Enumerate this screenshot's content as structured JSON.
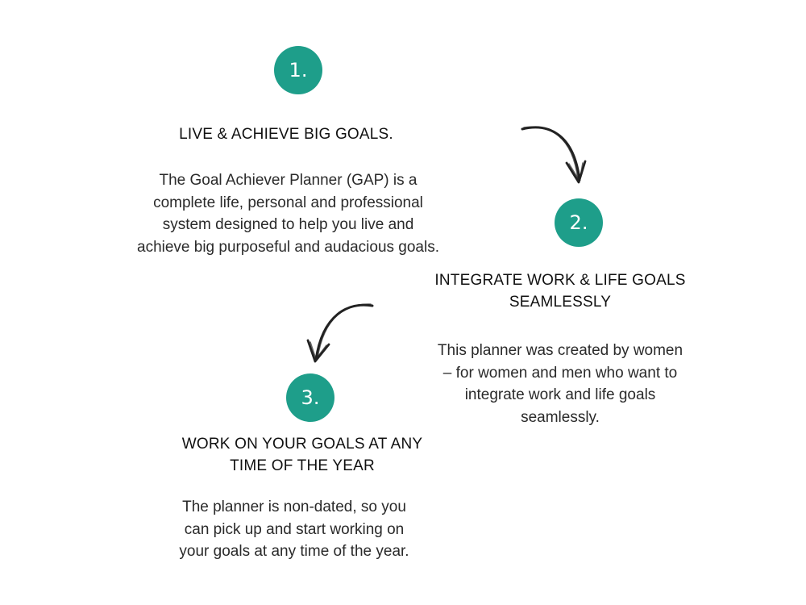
{
  "colors": {
    "accent": "#1e9e8a",
    "heading": "#111111",
    "body": "#2a2a2a",
    "arrow": "#222222"
  },
  "steps": [
    {
      "number": "1.",
      "heading_lines": [
        "LIVE & ACHIEVE BIG GOALS."
      ],
      "body_lines": [
        "The Goal Achiever Planner (GAP) is a",
        "complete life, personal and professional",
        "system designed to help you live and",
        "achieve big purposeful and audacious goals."
      ]
    },
    {
      "number": "2.",
      "heading_lines": [
        "INTEGRATE WORK & LIFE GOALS",
        "SEAMLESSLY"
      ],
      "body_lines": [
        "This planner was created by women",
        "– for women and men who want to",
        "integrate work and life goals",
        "seamlessly."
      ]
    },
    {
      "number": "3.",
      "heading_lines": [
        "WORK ON YOUR GOALS AT ANY",
        "TIME OF THE YEAR"
      ],
      "body_lines": [
        "The planner is non-dated, so you",
        "can pick up and start working on",
        "your goals at any time of the year."
      ]
    }
  ],
  "arrows": [
    {
      "from": "step-1",
      "to": "step-2",
      "icon": "curved-arrow-icon"
    },
    {
      "from": "step-2",
      "to": "step-3",
      "icon": "curved-arrow-icon"
    }
  ]
}
